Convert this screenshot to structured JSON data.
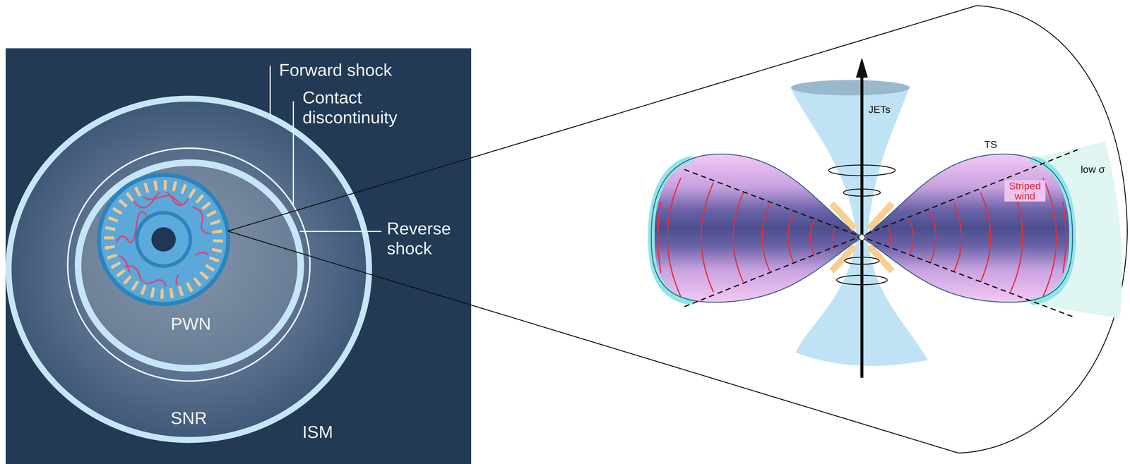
{
  "diagram": {
    "nodes": [
      {
        "text": [
          "ISM"
        ]
      },
      {
        "text": [
          "SNR"
        ],
        "in": 0
      },
      {
        "text": [
          "PWN"
        ],
        "in": 1
      },
      {
        "text": [
          "JETs"
        ]
      },
      {
        "text": [
          "TS",
          "Striped wind"
        ]
      },
      {
        "text": [
          "low σ"
        ]
      }
    ],
    "labels": [
      "Forward shock",
      "Contact discontinuity",
      "Reverse shock"
    ]
  }
}
